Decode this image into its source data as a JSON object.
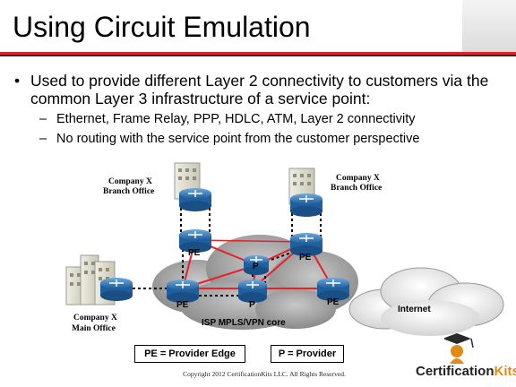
{
  "slide": {
    "title": "Using Circuit Emulation",
    "bullet": "Used to provide different Layer 2 connectivity to customers via the common Layer 3 infrastructure of a service point:",
    "subbullets": [
      "Ethernet, Frame Relay, PPP, HDLC, ATM, Layer 2 connectivity",
      "No routing with the service point from the customer perspective"
    ]
  },
  "diagram": {
    "labels": {
      "branch_left_line1": "Company X",
      "branch_left_line2": "Branch Office",
      "branch_right_line1": "Company X",
      "branch_right_line2": "Branch Office",
      "main_line1": "Company X",
      "main_line2": "Main Office",
      "core": "ISP MPLS/VPN core",
      "internet": "Internet"
    },
    "routers": {
      "pe_upper_left": "PE",
      "pe_upper_right": "PE",
      "pe_lower_left": "PE",
      "pe_right": "PE",
      "p_upper": "P",
      "p_lower": "P"
    },
    "link_color": "#e8202a",
    "emulated_circuit_color": "#000000"
  },
  "legend": {
    "pe": "PE = Provider Edge",
    "p": "P = Provider"
  },
  "footer": {
    "copyright": "Copyright 2012 CertificationKits LLC. All Rights Reserved."
  },
  "logo": {
    "text_main": "Certification",
    "text_accent": "Kits"
  }
}
